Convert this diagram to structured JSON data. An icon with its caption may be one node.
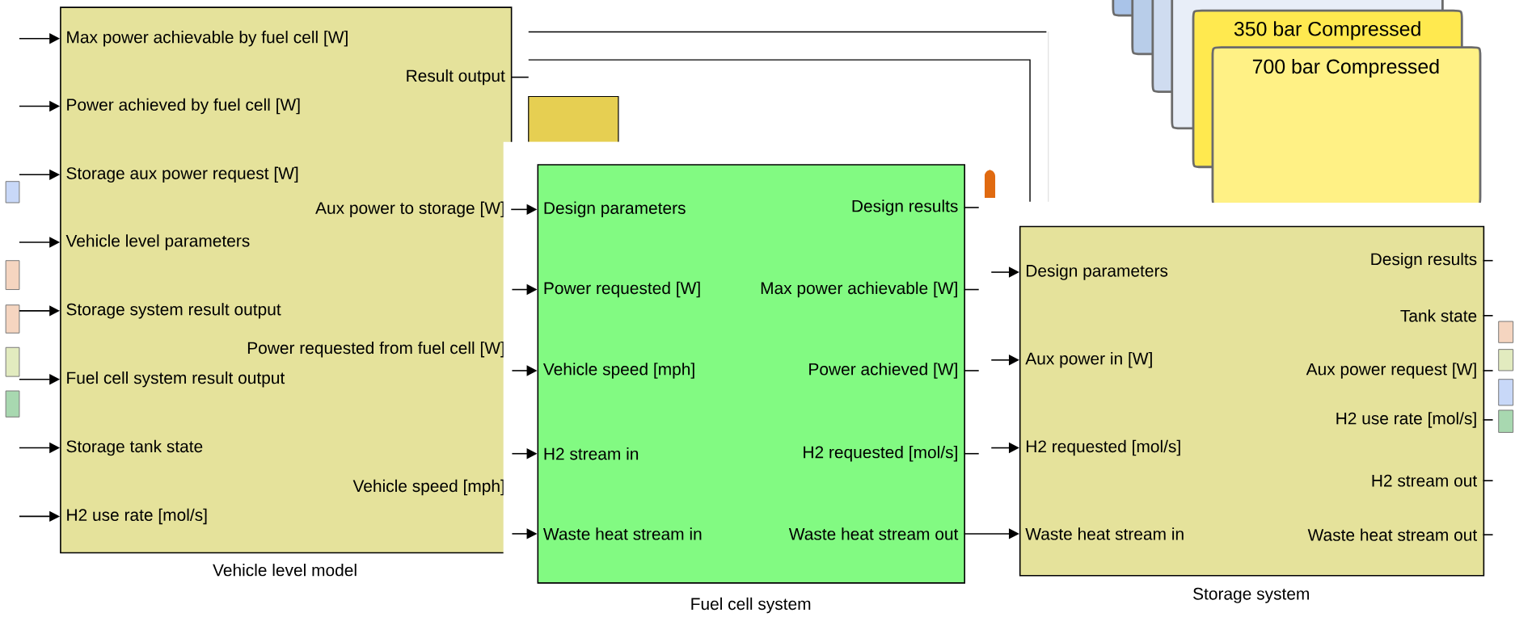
{
  "diagram": {
    "nodes": [
      {
        "text": [
          "Vehicle level model"
        ]
      },
      {
        "text": [
          "Max power achievable by fuel cell [W]"
        ],
        "in": 0
      },
      {
        "text": [
          "Power achieved by fuel cell [W]"
        ],
        "in": 0
      },
      {
        "text": [
          "Storage aux power request [W]"
        ],
        "in": 0
      },
      {
        "text": [
          "Vehicle level parameters"
        ],
        "in": 0
      },
      {
        "text": [
          "Storage system result output"
        ],
        "in": 0
      },
      {
        "text": [
          "Fuel cell system result output"
        ],
        "in": 0
      },
      {
        "text": [
          "Storage tank state"
        ],
        "in": 0
      },
      {
        "text": [
          "H2 use rate [mol/s]"
        ],
        "in": 0
      },
      {
        "text": [
          "Result output"
        ],
        "in": 0
      },
      {
        "text": [
          "Aux power to storage [W]"
        ],
        "in": 0
      },
      {
        "text": [
          "Power requested from fuel cell [W]"
        ],
        "in": 0
      },
      {
        "text": [
          "Vehicle speed [mph]"
        ],
        "in": 0
      },
      {
        "text": [
          "Fuel cell system"
        ]
      },
      {
        "text": [
          "Design parameters"
        ],
        "in": 13
      },
      {
        "text": [
          "Power requested [W]"
        ],
        "in": 13
      },
      {
        "text": [
          "Vehicle speed [mph]"
        ],
        "in": 13
      },
      {
        "text": [
          "H2 stream in"
        ],
        "in": 13
      },
      {
        "text": [
          "Waste heat stream in"
        ],
        "in": 13
      },
      {
        "text": [
          "Design results"
        ],
        "in": 13
      },
      {
        "text": [
          "Max power achievable [W]"
        ],
        "in": 13
      },
      {
        "text": [
          "Power achieved [W]"
        ],
        "in": 13
      },
      {
        "text": [
          "H2 requested [mol/s]"
        ],
        "in": 13
      },
      {
        "text": [
          "Waste heat stream out"
        ],
        "in": 13
      },
      {
        "text": [
          "Storage system"
        ]
      },
      {
        "text": [
          "Design parameters"
        ],
        "in": 24
      },
      {
        "text": [
          "Aux power in [W]"
        ],
        "in": 24
      },
      {
        "text": [
          "H2 requested [mol/s]"
        ],
        "in": 24
      },
      {
        "text": [
          "Waste heat stream in"
        ],
        "in": 24
      },
      {
        "text": [
          "Design results"
        ],
        "in": 24
      },
      {
        "text": [
          "Tank state"
        ],
        "in": 24
      },
      {
        "text": [
          "Aux power request [W]"
        ],
        "in": 24
      },
      {
        "text": [
          "H2 use rate [mol/s]"
        ],
        "in": 24
      },
      {
        "text": [
          "H2 stream out"
        ],
        "in": 24
      },
      {
        "text": [
          "Waste heat stream out"
        ],
        "in": 24
      },
      {
        "text": [],
        "shape": "box"
      },
      {
        "text": [],
        "shape": "box"
      },
      {
        "text": [],
        "shape": "box"
      },
      {
        "text": [],
        "shape": "box"
      },
      {
        "text": [],
        "shape": "box"
      },
      {
        "text": [
          "350 bar Compressed"
        ]
      },
      {
        "text": [
          "700 bar Compressed"
        ]
      }
    ],
    "edges": [
      {
        "from": null,
        "to": 1,
        "arrow": "to"
      },
      {
        "from": null,
        "to": 2,
        "arrow": "to"
      },
      {
        "from": null,
        "to": 3,
        "arrow": "to"
      },
      {
        "from": null,
        "to": 4,
        "arrow": "to"
      },
      {
        "from": null,
        "to": 5,
        "arrow": "to"
      },
      {
        "from": null,
        "to": 6,
        "arrow": "to"
      },
      {
        "from": null,
        "to": 7,
        "arrow": "to"
      },
      {
        "from": null,
        "to": 8,
        "arrow": "to"
      },
      {
        "from": 9,
        "to": null,
        "arrow": "none"
      },
      {
        "from": 10,
        "to": 14,
        "arrow": "to"
      },
      {
        "from": 0,
        "to": 15,
        "arrow": "to"
      },
      {
        "from": 0,
        "to": 16,
        "arrow": "to"
      },
      {
        "from": 0,
        "to": 17,
        "arrow": "to"
      },
      {
        "from": 0,
        "to": 18,
        "arrow": "to"
      },
      {
        "from": 19,
        "to": null,
        "arrow": "none"
      },
      {
        "from": 20,
        "to": null,
        "arrow": "none"
      },
      {
        "from": 21,
        "to": null,
        "arrow": "none"
      },
      {
        "from": 22,
        "to": null,
        "arrow": "none"
      },
      {
        "from": 23,
        "to": 28,
        "arrow": "to"
      },
      {
        "from": null,
        "to": 25,
        "arrow": "to"
      },
      {
        "from": null,
        "to": 26,
        "arrow": "to"
      },
      {
        "from": null,
        "to": 27,
        "arrow": "to"
      },
      {
        "from": 29,
        "to": null,
        "arrow": "none"
      },
      {
        "from": 30,
        "to": null,
        "arrow": "none"
      },
      {
        "from": 31,
        "to": null,
        "arrow": "none"
      },
      {
        "from": 32,
        "to": null,
        "arrow": "none"
      },
      {
        "from": 33,
        "to": null,
        "arrow": "none"
      },
      {
        "from": 34,
        "to": null,
        "arrow": "none"
      }
    ]
  }
}
